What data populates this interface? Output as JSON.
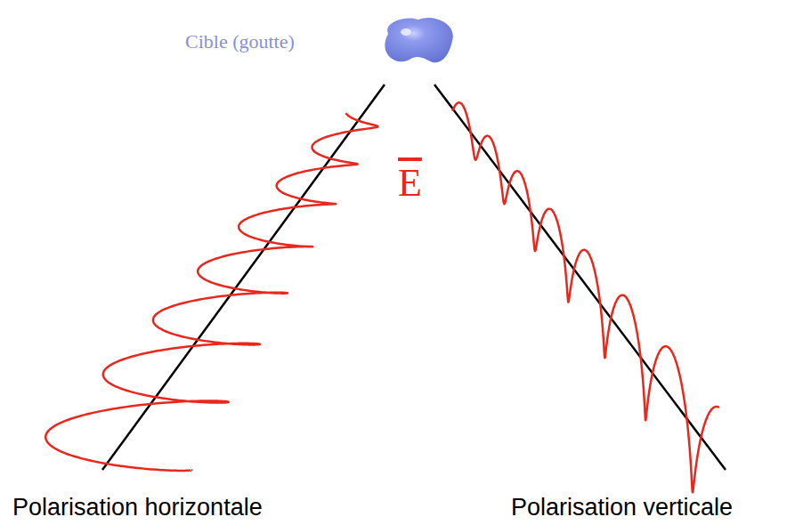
{
  "diagram": {
    "labels": [
      "Cible (goutte)",
      "E",
      "Polarisation horizontale",
      "Polarisation verticale"
    ]
  }
}
